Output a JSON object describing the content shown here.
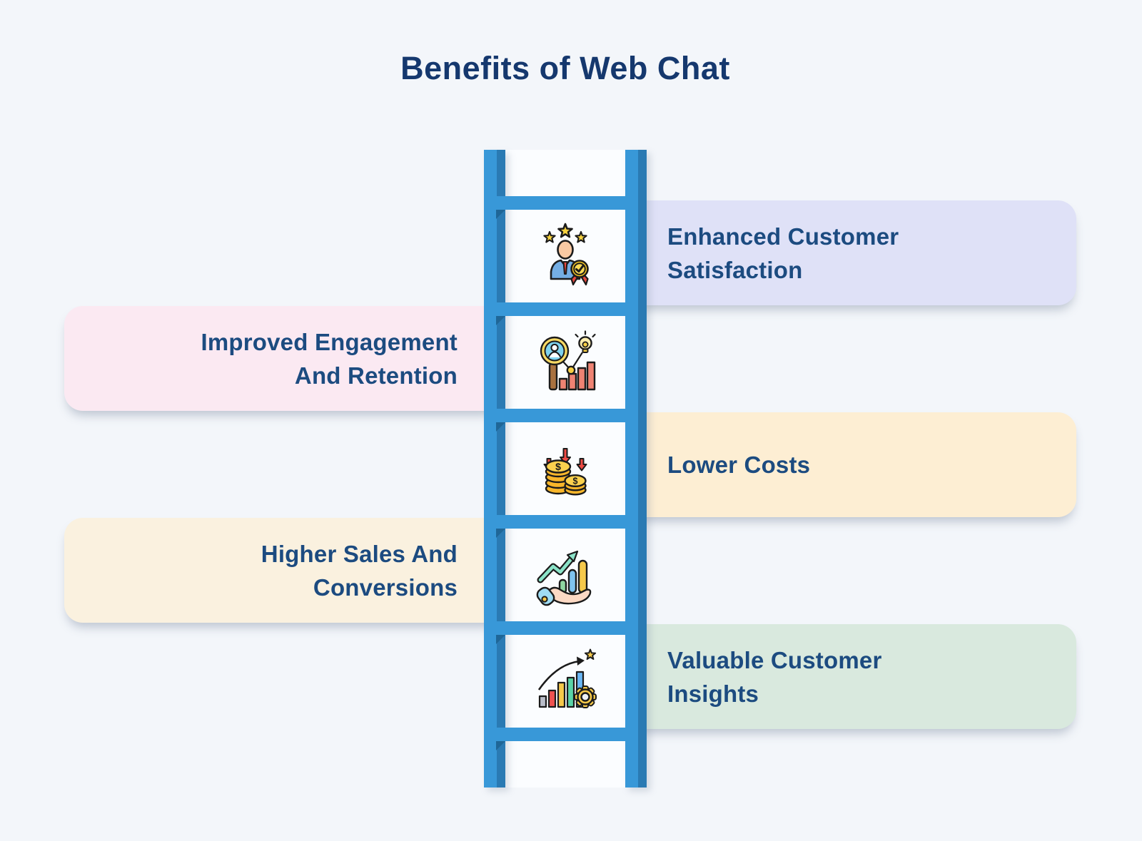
{
  "title": "Benefits of Web Chat",
  "cards": [
    {
      "id": "enhanced-customer-satisfaction",
      "side": "right",
      "bg": "#dfe1f7",
      "icon": "customer-satisfaction-icon",
      "label": "Enhanced Customer Satisfaction",
      "lines": [
        "Enhanced Customer",
        "Satisfaction"
      ]
    },
    {
      "id": "improved-engagement-and-retention",
      "side": "left",
      "bg": "#fbe9f2",
      "icon": "engagement-analysis-icon",
      "label": "Improved Engagement And Retention",
      "lines": [
        "Improved Engagement",
        "And Retention"
      ]
    },
    {
      "id": "lower-costs",
      "side": "right",
      "bg": "#fdeed3",
      "icon": "lower-costs-icon",
      "label": "Lower Costs",
      "lines": [
        "Lower Costs"
      ]
    },
    {
      "id": "higher-sales-and-conversions",
      "side": "left",
      "bg": "#faf1df",
      "icon": "sales-growth-icon",
      "label": "Higher Sales And Conversions",
      "lines": [
        "Higher Sales And",
        "Conversions"
      ]
    },
    {
      "id": "valuable-customer-insights",
      "side": "right",
      "bg": "#d9e9de",
      "icon": "customer-insights-icon",
      "label": "Valuable Customer Insights",
      "lines": [
        "Valuable Customer",
        "Insights"
      ]
    }
  ],
  "colors": {
    "background": "#f3f6fa",
    "panel": "#fbfdff",
    "ladder_light": "#3898d8",
    "ladder_dark": "#2a7ab3",
    "ladder_shadow": "#1f6697",
    "text": "#1c4b80",
    "title": "#15386e"
  }
}
